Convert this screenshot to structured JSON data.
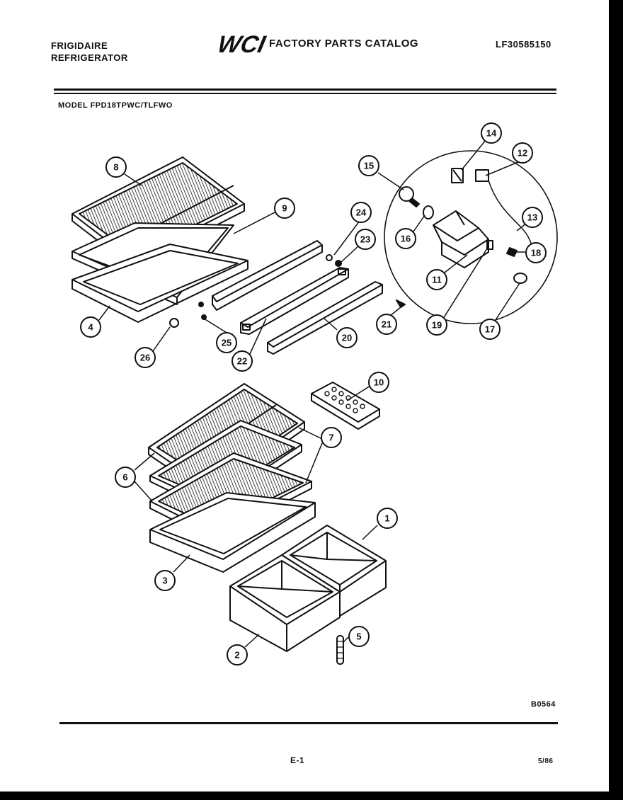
{
  "header": {
    "brand_line1": "FRIGIDAIRE",
    "brand_line2": "REFRIGERATOR",
    "logo_text": "WCI",
    "catalog_title": "FACTORY PARTS CATALOG",
    "catalog_number": "LF30585150"
  },
  "model_line": "MODEL FPD18TPWC/TLFWO",
  "callouts": [
    "1",
    "2",
    "3",
    "4",
    "5",
    "6",
    "7",
    "8",
    "9",
    "10",
    "11",
    "12",
    "13",
    "14",
    "15",
    "16",
    "17",
    "18",
    "19",
    "20",
    "21",
    "22",
    "23",
    "24",
    "25",
    "26"
  ],
  "footer": {
    "figure_code": "B0564",
    "page_number": "E-1",
    "date_code": "5/86"
  }
}
